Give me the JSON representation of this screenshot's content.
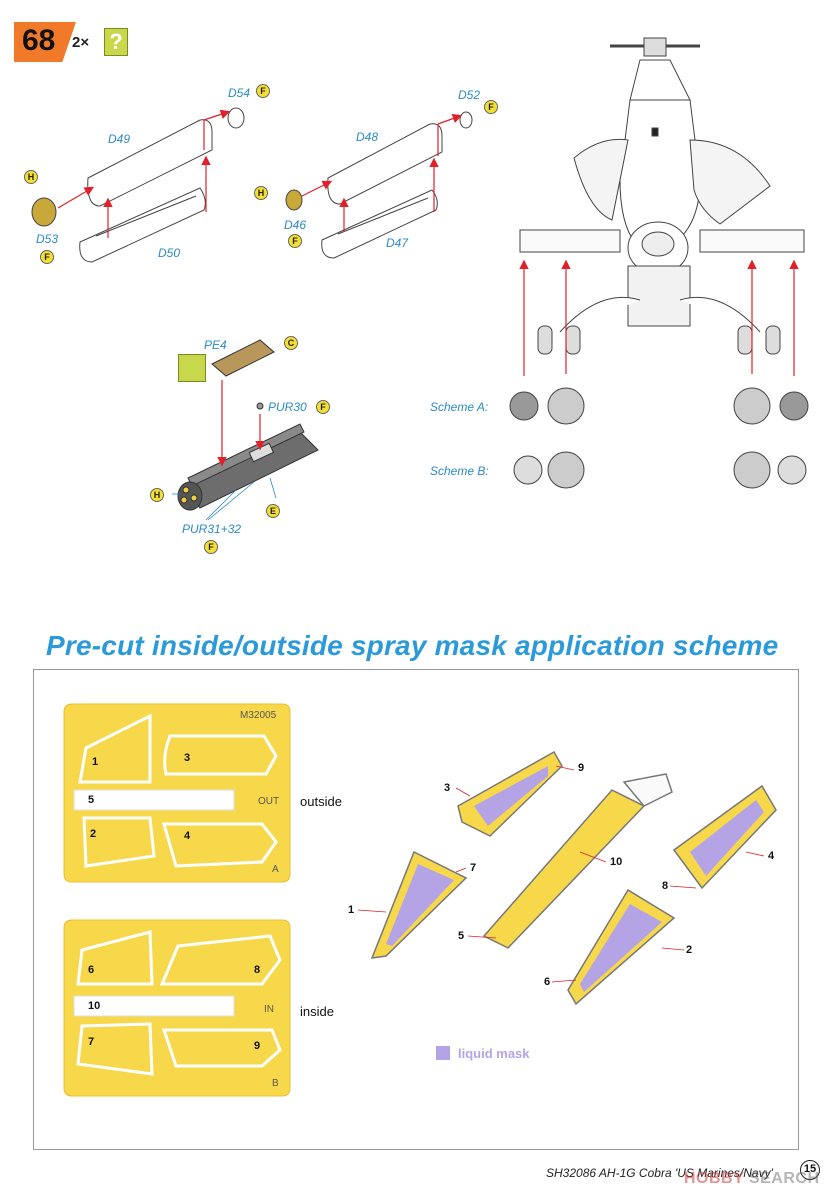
{
  "step": {
    "number": "68",
    "multiplier": "2×",
    "optional_icon": "?"
  },
  "parts": {
    "d54": "D54",
    "d49": "D49",
    "d50": "D50",
    "d53": "D53",
    "d52": "D52",
    "d48": "D48",
    "d46": "D46",
    "d47": "D47",
    "pe4": "PE4",
    "pur30": "PUR30",
    "pur31_32": "PUR31+32"
  },
  "badges": {
    "f": "F",
    "h": "H",
    "c": "C",
    "e": "E"
  },
  "schemes": {
    "a": "Scheme A:",
    "b": "Scheme B:"
  },
  "mask_section": {
    "heading": "Pre-cut inside/outside spray mask application scheme",
    "sheet_a": {
      "code": "M32005",
      "side": "OUT",
      "letter": "A",
      "label": "outside",
      "pieces": [
        "1",
        "3",
        "5",
        "2",
        "4"
      ]
    },
    "sheet_b": {
      "side": "IN",
      "letter": "B",
      "label": "inside",
      "pieces": [
        "6",
        "8",
        "10",
        "7",
        "9"
      ]
    },
    "callouts": [
      "3",
      "9",
      "7",
      "10",
      "4",
      "8",
      "1",
      "5",
      "2",
      "6"
    ],
    "legend": "liquid mask",
    "colors": {
      "sheet": "#f7d84a",
      "sheet_border": "#e8c030",
      "liquid_mask": "#b4a4e6",
      "heading": "#2a9ad8",
      "step_tab": "#f07a2a"
    }
  },
  "footer": {
    "text": "SH32086  AH-1G Cobra 'US Marines/Navy'",
    "page": "15"
  },
  "watermark": {
    "part1": "HOBBY",
    "part2": " SEARCH"
  }
}
